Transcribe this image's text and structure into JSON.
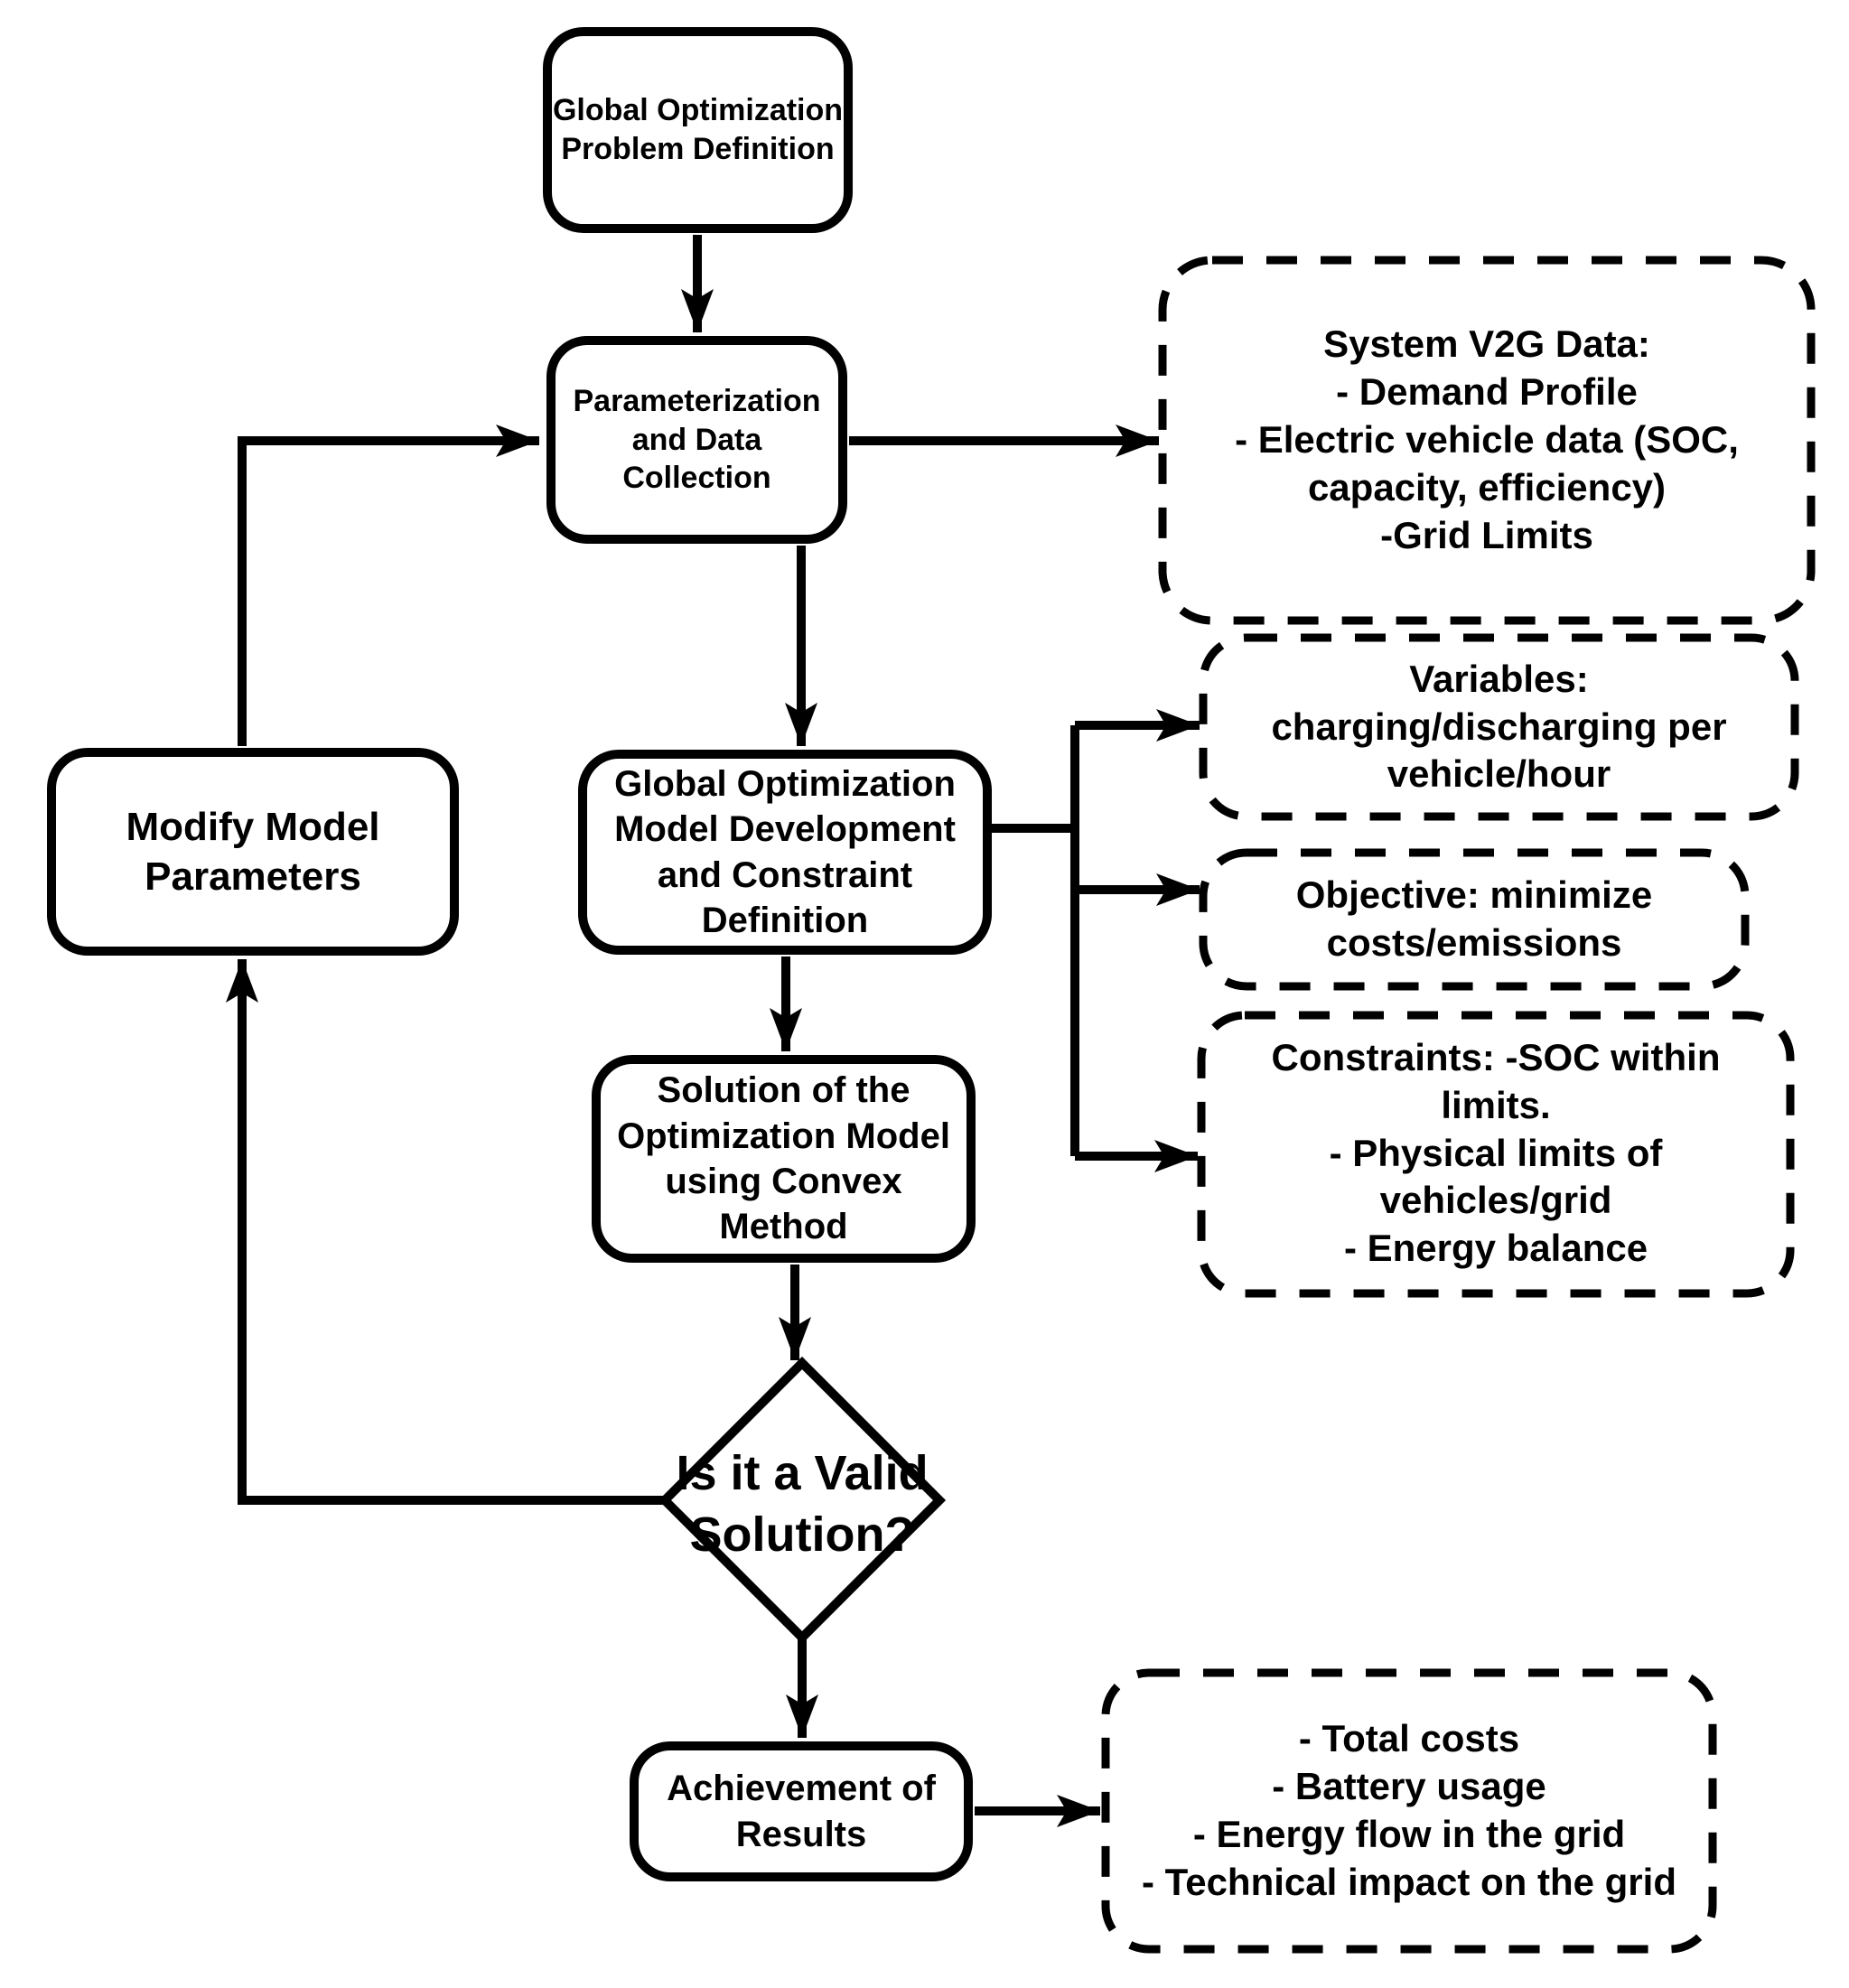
{
  "colors": {
    "background": "#ffffff",
    "stroke": "#000000",
    "text": "#000000"
  },
  "nodes": {
    "problem_definition": {
      "label": "Global Optimization\nProblem Definition",
      "shape": "rounded-rectangle",
      "border": "solid"
    },
    "parameterization": {
      "label": "Parameterization\nand Data Collection",
      "shape": "rounded-rectangle",
      "border": "solid"
    },
    "system_v2g_data": {
      "label": "System V2G Data:\n- Demand Profile\n- Electric vehicle data (SOC,\ncapacity, efficiency)\n-Grid Limits",
      "shape": "rounded-rectangle",
      "border": "dashed"
    },
    "model_development": {
      "label": "Global Optimization\nModel Development\nand Constraint\nDefinition",
      "shape": "rounded-rectangle",
      "border": "solid"
    },
    "variables": {
      "label": "Variables:\ncharging/discharging per\nvehicle/hour",
      "shape": "rounded-rectangle",
      "border": "dashed"
    },
    "objective": {
      "label": "Objective: minimize\ncosts/emissions",
      "shape": "rounded-rectangle",
      "border": "dashed"
    },
    "constraints": {
      "label": "Constraints: -SOC within\nlimits.\n- Physical limits of\nvehicles/grid\n- Energy balance",
      "shape": "rounded-rectangle",
      "border": "dashed"
    },
    "solution": {
      "label": "Solution of the\nOptimization Model\nusing Convex\nMethod",
      "shape": "rounded-rectangle",
      "border": "solid"
    },
    "valid_decision": {
      "label": "Is it a Valid\nSolution?",
      "shape": "diamond",
      "border": "solid"
    },
    "modify_parameters": {
      "label": "Modify Model\nParameters",
      "shape": "rounded-rectangle",
      "border": "solid"
    },
    "achievement": {
      "label": "Achievement of\nResults",
      "shape": "rounded-rectangle",
      "border": "solid"
    },
    "results": {
      "label": "- Total costs\n- Battery usage\n- Energy flow in the grid\n- Technical impact on the grid",
      "shape": "rounded-rectangle",
      "border": "dashed"
    }
  },
  "edges": [
    {
      "from": "problem_definition",
      "to": "parameterization"
    },
    {
      "from": "parameterization",
      "to": "system_v2g_data"
    },
    {
      "from": "parameterization",
      "to": "model_development"
    },
    {
      "from": "model_development",
      "to": "variables"
    },
    {
      "from": "model_development",
      "to": "objective"
    },
    {
      "from": "model_development",
      "to": "constraints"
    },
    {
      "from": "model_development",
      "to": "solution"
    },
    {
      "from": "solution",
      "to": "valid_decision"
    },
    {
      "from": "valid_decision",
      "to": "modify_parameters"
    },
    {
      "from": "modify_parameters",
      "to": "parameterization"
    },
    {
      "from": "valid_decision",
      "to": "achievement"
    },
    {
      "from": "achievement",
      "to": "results"
    }
  ]
}
